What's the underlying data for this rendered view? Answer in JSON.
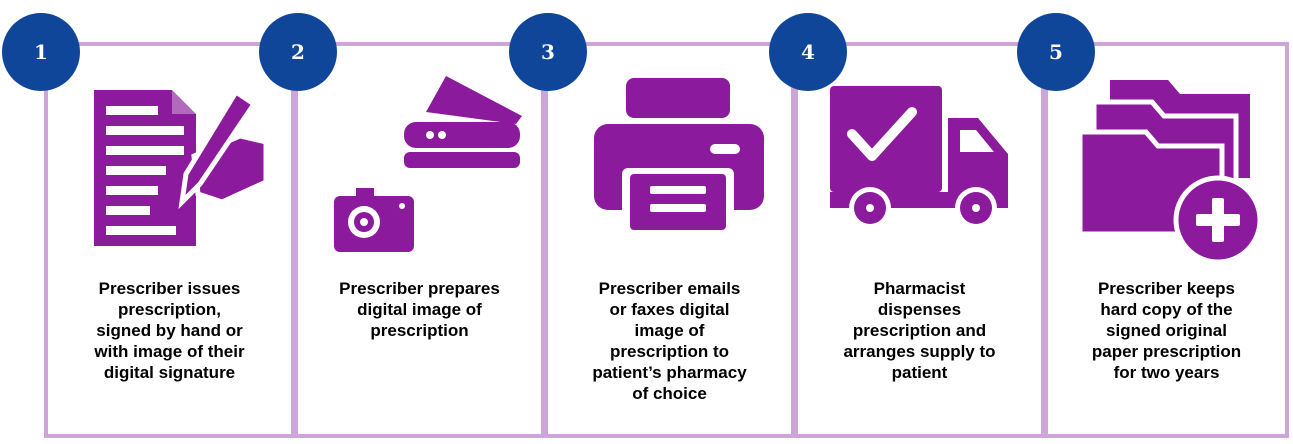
{
  "accent": "#8b1a9c",
  "badge_color": "#10469a",
  "border_color": "#cda5d9",
  "steps": [
    {
      "number": "1",
      "icon": "document-signing-icon",
      "lines": [
        "Prescriber issues",
        "prescription,",
        "signed by hand or",
        "with image of their",
        "digital signature"
      ]
    },
    {
      "number": "2",
      "icon": "scanner-camera-icon",
      "lines": [
        "Prescriber prepares",
        "digital image of",
        "prescription"
      ]
    },
    {
      "number": "3",
      "icon": "printer-icon",
      "lines": [
        "Prescriber emails",
        "or faxes digital",
        "image of",
        "prescription to",
        "patient’s pharmacy",
        "of choice"
      ]
    },
    {
      "number": "4",
      "icon": "delivery-truck-icon",
      "lines": [
        "Pharmacist",
        "dispenses",
        "prescription and",
        "arranges supply to",
        "patient"
      ]
    },
    {
      "number": "5",
      "icon": "folder-add-icon",
      "lines": [
        "Prescriber keeps",
        "hard copy of the",
        "signed original",
        "paper prescription",
        "for two years"
      ]
    }
  ]
}
